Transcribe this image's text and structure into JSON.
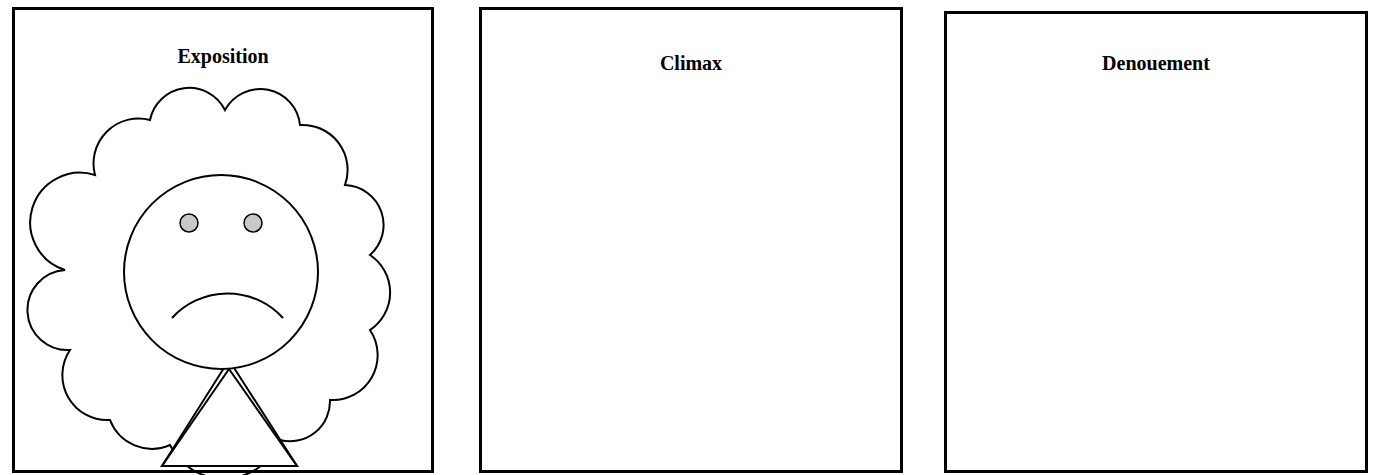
{
  "diagram": {
    "nodes": [
      {
        "text": [
          "Exposition"
        ]
      },
      {
        "text": [
          "Climax"
        ]
      },
      {
        "text": [
          "Denouement"
        ]
      }
    ]
  }
}
